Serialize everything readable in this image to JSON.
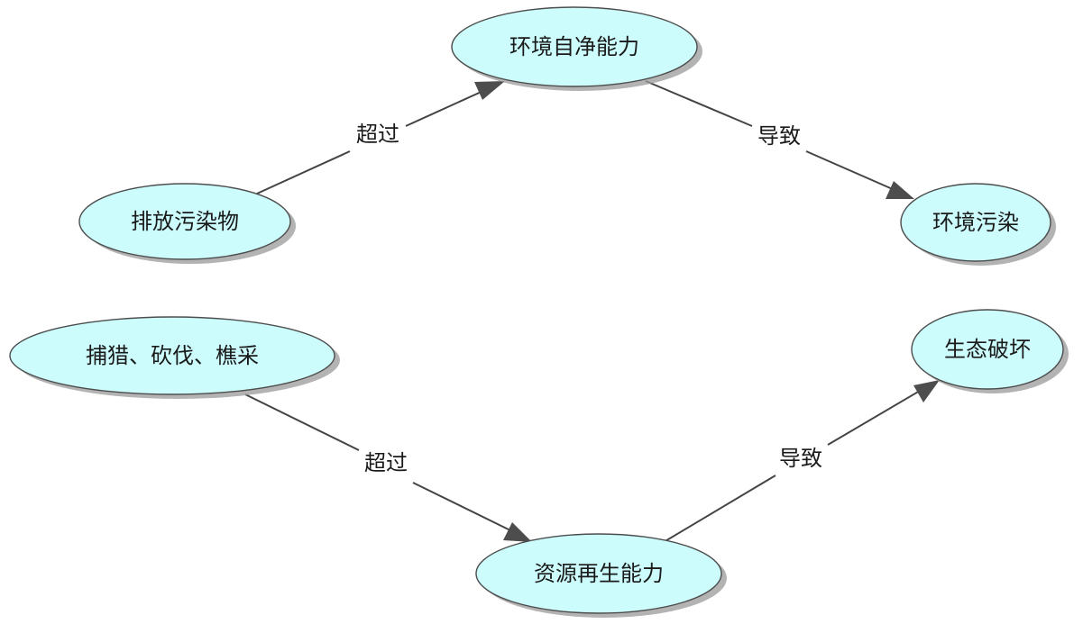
{
  "colors": {
    "node_fill": "#ccfcfc",
    "node_border": "#4d4d4d",
    "edge": "#444444",
    "text": "#1a1a1a"
  },
  "nodes": [
    {
      "id": "n1",
      "label": "排放污染物"
    },
    {
      "id": "n2",
      "label": "环境自净能力"
    },
    {
      "id": "n3",
      "label": "环境污染"
    },
    {
      "id": "n4",
      "label": "捕猎、砍伐、樵采"
    },
    {
      "id": "n5",
      "label": "资源再生能力"
    },
    {
      "id": "n6",
      "label": "生态破坏"
    }
  ],
  "edges": [
    {
      "from": "n1",
      "to": "n2",
      "label": "超过"
    },
    {
      "from": "n2",
      "to": "n3",
      "label": "导致"
    },
    {
      "from": "n4",
      "to": "n5",
      "label": "超过"
    },
    {
      "from": "n5",
      "to": "n6",
      "label": "导致"
    }
  ]
}
